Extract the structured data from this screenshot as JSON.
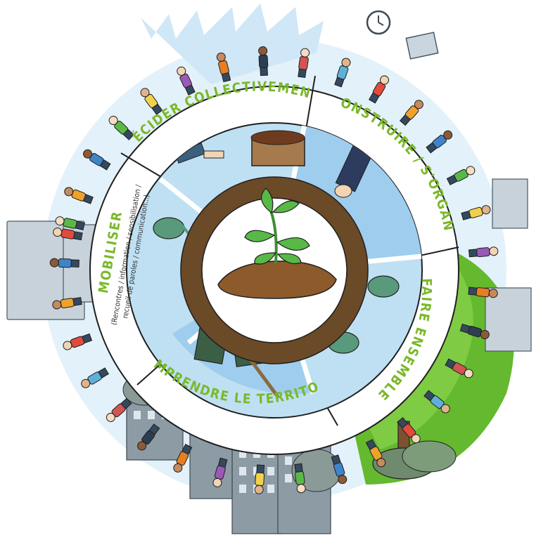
{
  "colors": {
    "accent_green": "#7ab929",
    "sky_blue": "#bfe0f3",
    "inner_blue": "#9fcdee",
    "ring_brown": "#6b4a28",
    "soil_brown": "#8c5a2b",
    "leaf_green": "#58b947",
    "ground_green": "#64b92f",
    "outline": "#1f1f1f",
    "building_gray": "#8d9ba5"
  },
  "segments": [
    {
      "id": "decider",
      "label": "DÉCIDER COLLECTIVEMENT"
    },
    {
      "id": "coconstruire",
      "label": "CO-CONSTRUIRE / S'ORGANISER"
    },
    {
      "id": "faire",
      "label": "FAIRE ENSEMBLE"
    },
    {
      "id": "comprendre",
      "label": "COMPRENDRE LE TERRITOIRE"
    },
    {
      "id": "mobiliser",
      "label": "MOBILISER",
      "sublabel_line1": "(Rencontres / information / sensibilisation /",
      "sublabel_line2": "recueil de paroles / communication...)"
    }
  ],
  "icons": {
    "center": "sprout-icon",
    "clock": "wall-clock-icon"
  }
}
